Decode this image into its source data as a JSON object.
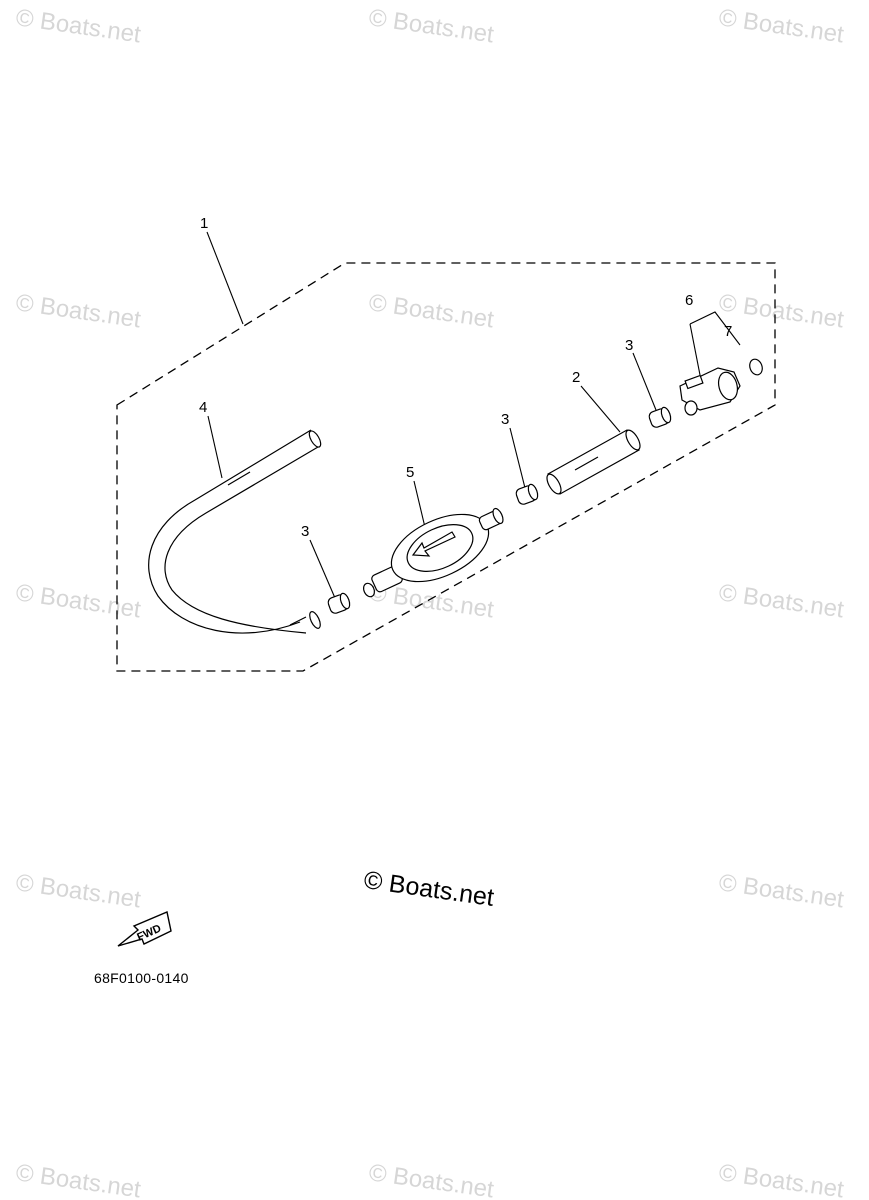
{
  "watermark": "© Boats.net",
  "copyright": "© Boats.net",
  "diagram_code": "68F0100-0140",
  "fwd_label": "FWD",
  "callouts": {
    "c1": "1",
    "c2": "2",
    "c3a": "3",
    "c3b": "3",
    "c3c": "3",
    "c4": "4",
    "c5": "5",
    "c6": "6",
    "c7": "7"
  }
}
